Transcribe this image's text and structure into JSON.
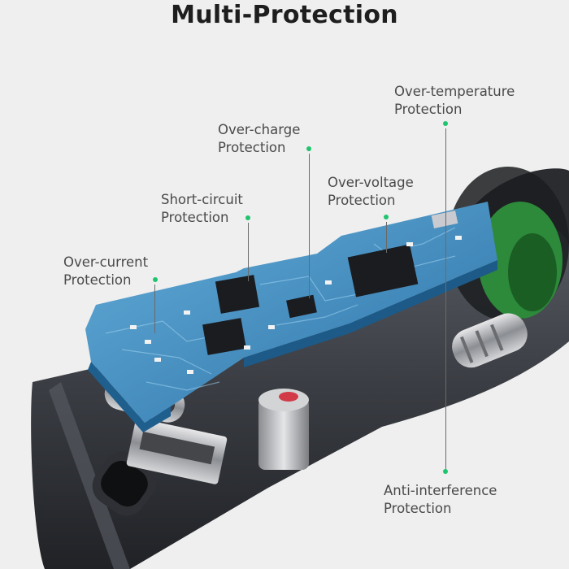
{
  "title": "Multi-Protection",
  "labels": {
    "over_current": {
      "line1": "Over-current",
      "line2": "Protection"
    },
    "short_circuit": {
      "line1": "Short-circuit",
      "line2": "Protection"
    },
    "over_charge": {
      "line1": "Over-charge",
      "line2": "Protection"
    },
    "over_voltage": {
      "line1": "Over-voltage",
      "line2": "Protection"
    },
    "over_temperature": {
      "line1": "Over-temperature",
      "line2": "Protection"
    },
    "anti_interference": {
      "line1": "Anti-interference",
      "line2": "Protection"
    }
  },
  "colors": {
    "background": "#efefef",
    "title": "#1e1e1e",
    "label_text": "#4a4a4a",
    "marker": "#1fc46e",
    "pcb": "#3d86b8",
    "housing": "#3b3e44"
  }
}
